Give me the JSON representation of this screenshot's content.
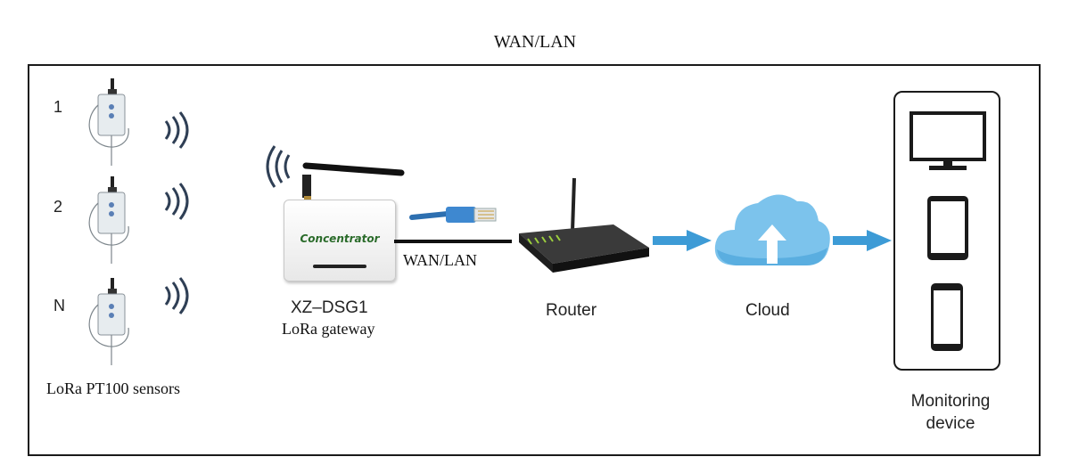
{
  "title": "WAN/LAN",
  "sensors": {
    "items": [
      {
        "label": "1"
      },
      {
        "label": "2"
      },
      {
        "label": "N"
      }
    ],
    "caption": "LoRa PT100 sensors"
  },
  "gateway": {
    "model": "XZ–DSG1",
    "caption": "LoRa gateway",
    "brand_text": "Concentrator"
  },
  "link_label": "WAN/LAN",
  "router": {
    "label": "Router"
  },
  "cloud": {
    "label": "Cloud"
  },
  "monitoring": {
    "label_line1": "Monitoring",
    "label_line2": "device"
  },
  "colors": {
    "arrow": "#3d9bd6",
    "cloud": "#7cc3ec",
    "signal": "#2f3f55",
    "frame": "#1a1a1a"
  }
}
